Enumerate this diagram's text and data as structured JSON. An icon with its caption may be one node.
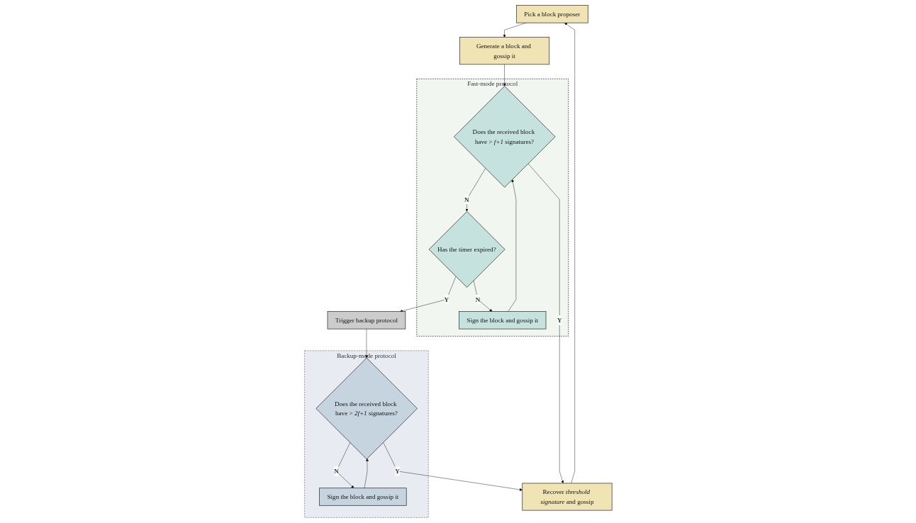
{
  "diagram": {
    "nodes": [
      {
        "text": [
          "Pick a block proposer"
        ]
      },
      {
        "text": [
          "Generate a block and gossip it"
        ]
      },
      {
        "text": [
          "Fast-mode protocol"
        ]
      },
      {
        "text": [
          "Does the received block have > *f+1* signatures?"
        ],
        "in": 2
      },
      {
        "text": [
          "Has the timer expired?"
        ],
        "in": 2
      },
      {
        "text": [
          "Sign the block and gossip it"
        ],
        "in": 2
      },
      {
        "text": [
          "Recover *threshold signature* and gossip"
        ]
      },
      {
        "text": [
          "Backup-mode protocol"
        ]
      },
      {
        "text": [
          "Sign the block and gossip it"
        ],
        "in": 7
      },
      {
        "text": [
          "Does the received block have > *2f+1* signatures?"
        ],
        "in": 7
      },
      {
        "text": [
          "Trigger backup protocol"
        ]
      }
    ],
    "edges": [
      {
        "from": 0,
        "to": 1,
        "arrow": "to"
      },
      {
        "from": 1,
        "to": 3,
        "arrow": "to"
      },
      {
        "from": 3,
        "to": 6,
        "arrow": "to",
        "label": "Y"
      },
      {
        "from": 3,
        "to": 4,
        "arrow": "to",
        "label": "N"
      },
      {
        "from": 4,
        "to": 10,
        "arrow": "to",
        "label": "Y"
      },
      {
        "from": 4,
        "to": 5,
        "arrow": "to",
        "label": "N"
      },
      {
        "from": 5,
        "to": 3,
        "arrow": "to"
      },
      {
        "from": 6,
        "to": 0,
        "arrow": "to"
      },
      {
        "from": 9,
        "to": 8,
        "arrow": "to",
        "label": "N"
      },
      {
        "from": 8,
        "to": 9,
        "arrow": "to"
      },
      {
        "from": 9,
        "to": 6,
        "arrow": "to",
        "label": "Y"
      },
      {
        "from": 10,
        "to": 9,
        "arrow": "to"
      }
    ]
  }
}
